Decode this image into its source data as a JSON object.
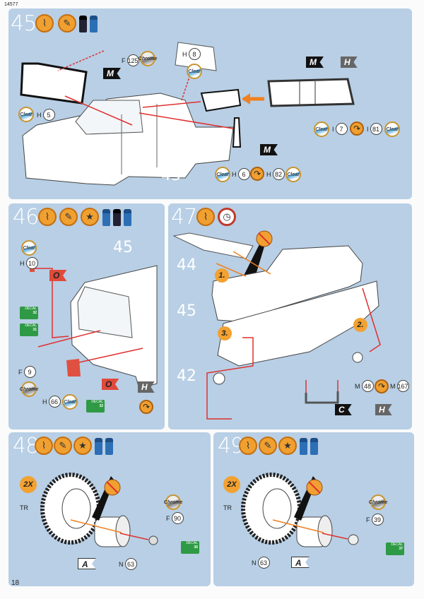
{
  "doc_code": "14577",
  "page_number": "18",
  "colors": {
    "panel": "#b8cfe5",
    "accent": "#f0a030",
    "arrow": "#e03030",
    "decal": "#2f9a45"
  },
  "steps": {
    "s45": {
      "number": "45",
      "ref_part": "43",
      "callouts": {
        "f125": {
          "letter": "F",
          "num": "125"
        },
        "h8": {
          "letter": "H",
          "num": "8"
        },
        "h5": {
          "letter": "H",
          "num": "5"
        },
        "i7": {
          "letter": "I",
          "num": "7"
        },
        "i81": {
          "letter": "I",
          "num": "81"
        },
        "h6": {
          "letter": "H",
          "num": "6"
        },
        "h82": {
          "letter": "H",
          "num": "82"
        }
      },
      "flags": {
        "m1": "M",
        "m2": "M",
        "h": "H",
        "m3": "M"
      }
    },
    "s46": {
      "number": "46",
      "ref_part": "45",
      "callouts": {
        "h10": {
          "letter": "H",
          "num": "10"
        },
        "f9": {
          "letter": "F",
          "num": "9"
        },
        "h66": {
          "letter": "H",
          "num": "66"
        }
      },
      "flags": {
        "o1": "O",
        "o2": "O",
        "h": "H"
      },
      "decals": [
        {
          "label": "DECAL",
          "num": "32"
        },
        {
          "label": "DECAL",
          "num": "31"
        },
        {
          "label": "DECAL",
          "num": "32"
        }
      ]
    },
    "s47": {
      "number": "47",
      "parts": {
        "hood": "44",
        "body": "45",
        "chassis": "42"
      },
      "sequence": [
        "1.",
        "2.",
        "3."
      ],
      "callouts": {
        "m48": {
          "letter": "M",
          "num": "48"
        },
        "m167": {
          "letter": "M",
          "num": "167"
        }
      },
      "flags": {
        "c": "C",
        "h": "H"
      }
    },
    "s48": {
      "number": "48",
      "multiplier": "2X",
      "tire": "TR",
      "callouts": {
        "f90": {
          "letter": "F",
          "num": "90"
        },
        "n63": {
          "letter": "N",
          "num": "63"
        }
      },
      "flags": {
        "a": "A"
      },
      "decal": {
        "label": "DECAL",
        "num": "36"
      }
    },
    "s49": {
      "number": "49",
      "multiplier": "2X",
      "tire": "TR",
      "callouts": {
        "f39": {
          "letter": "F",
          "num": "39"
        },
        "n63": {
          "letter": "N",
          "num": "63"
        }
      },
      "flags": {
        "a": "A"
      },
      "decal": {
        "label": "DECAL",
        "num": "37"
      }
    }
  },
  "badges": {
    "clear": "Clear",
    "chrome": "Chrome"
  },
  "icons": {
    "glue": "glue-icon",
    "brush": "brush-icon",
    "decal": "decal-icon",
    "drying": "clock-icon",
    "turn": "turn-over-icon",
    "no_glue": "no-glue-icon"
  }
}
